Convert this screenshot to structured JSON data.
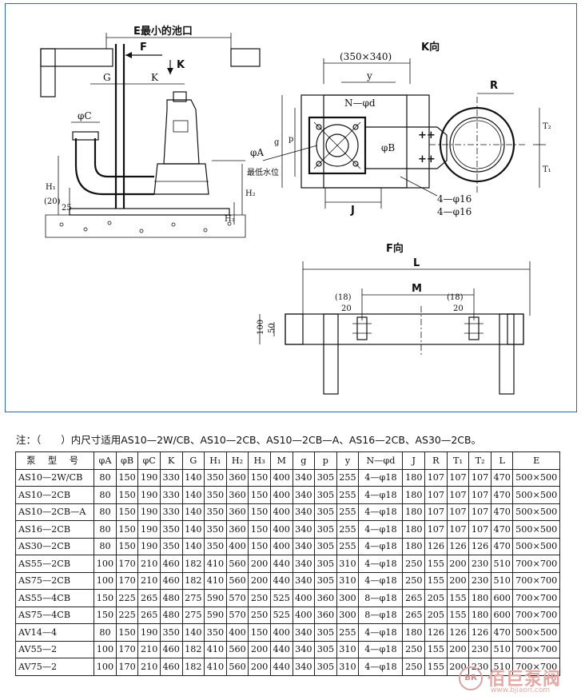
{
  "drawing": {
    "labels": {
      "e_pool": "E最小的池口",
      "f": "F",
      "k_arrow": "K",
      "g": "G",
      "k": "K",
      "phi_c": "φC",
      "phi_a": "φA",
      "h1": "H₁",
      "h1_paren": "(20)",
      "dim25": "25",
      "h2": "H₂",
      "h3": "H₃",
      "min_water": "最低水位",
      "k_view": "K向",
      "box_350": "(350×340)",
      "y": "y",
      "r": "R",
      "n_phi_d": "N—φd",
      "phi_b": "φB",
      "g_small": "g",
      "p": "p",
      "j": "J",
      "t1": "T₁",
      "t2": "T₂",
      "hole16_a": "4—φ16",
      "hole16_b": "4—φ16",
      "f_view": "F向",
      "l": "L",
      "m": "M",
      "p18_left": "(18)",
      "d20_left": "20",
      "p18_right": "(18)",
      "d20_right": "20",
      "d100": "100",
      "d50": "50"
    }
  },
  "note": "注：（　　）内尺寸适用AS10—2W/CB、AS10—2CB、AS10—2CB—A、AS16—2CB、AS30—2CB。",
  "table": {
    "headers": [
      "泵 型 号",
      "φA",
      "φB",
      "φC",
      "K",
      "G",
      "H₁",
      "H₂",
      "H₃",
      "M",
      "g",
      "p",
      "y",
      "N—φd",
      "J",
      "R",
      "T₁",
      "T₂",
      "L",
      "E"
    ],
    "rows": [
      [
        "AS10—2W/CB",
        "80",
        "150",
        "190",
        "330",
        "140",
        "350",
        "360",
        "150",
        "400",
        "340",
        "305",
        "255",
        "4—φ18",
        "180",
        "107",
        "107",
        "107",
        "470",
        "500×500"
      ],
      [
        "AS10—2CB",
        "80",
        "150",
        "190",
        "330",
        "140",
        "350",
        "360",
        "150",
        "400",
        "340",
        "305",
        "255",
        "4—φ18",
        "180",
        "107",
        "107",
        "107",
        "470",
        "500×500"
      ],
      [
        "AS10—2CB—A",
        "80",
        "150",
        "190",
        "330",
        "140",
        "350",
        "360",
        "150",
        "400",
        "340",
        "305",
        "255",
        "4—φ18",
        "180",
        "107",
        "107",
        "107",
        "470",
        "500×500"
      ],
      [
        "AS16—2CB",
        "80",
        "150",
        "190",
        "350",
        "140",
        "350",
        "360",
        "150",
        "400",
        "340",
        "305",
        "255",
        "4—φ18",
        "180",
        "107",
        "107",
        "107",
        "470",
        "500×500"
      ],
      [
        "AS30—2CB",
        "80",
        "150",
        "190",
        "350",
        "140",
        "350",
        "400",
        "150",
        "400",
        "340",
        "305",
        "255",
        "4—φ18",
        "180",
        "126",
        "126",
        "126",
        "470",
        "500×500"
      ],
      [
        "AS55—2CB",
        "100",
        "170",
        "210",
        "460",
        "182",
        "410",
        "560",
        "200",
        "440",
        "340",
        "305",
        "310",
        "4—φ18",
        "250",
        "155",
        "200",
        "230",
        "510",
        "700×700"
      ],
      [
        "AS75—2CB",
        "100",
        "170",
        "210",
        "460",
        "182",
        "410",
        "560",
        "200",
        "440",
        "340",
        "305",
        "310",
        "4—φ18",
        "250",
        "155",
        "200",
        "230",
        "510",
        "700×700"
      ],
      [
        "AS55—4CB",
        "150",
        "225",
        "265",
        "480",
        "275",
        "590",
        "570",
        "250",
        "525",
        "400",
        "360",
        "300",
        "8—φ18",
        "265",
        "205",
        "155",
        "180",
        "600",
        "700×700"
      ],
      [
        "AS75—4CB",
        "150",
        "225",
        "265",
        "480",
        "275",
        "590",
        "570",
        "250",
        "525",
        "400",
        "360",
        "300",
        "8—φ18",
        "265",
        "205",
        "155",
        "180",
        "600",
        "700×700"
      ],
      [
        "AV14—4",
        "80",
        "150",
        "190",
        "350",
        "140",
        "350",
        "400",
        "150",
        "400",
        "340",
        "305",
        "255",
        "4—φ18",
        "180",
        "126",
        "126",
        "126",
        "470",
        "500×500"
      ],
      [
        "AV55—2",
        "100",
        "170",
        "210",
        "460",
        "182",
        "410",
        "560",
        "200",
        "440",
        "340",
        "305",
        "310",
        "4—φ18",
        "250",
        "155",
        "200",
        "230",
        "510",
        "700×700"
      ],
      [
        "AV75—2",
        "100",
        "170",
        "210",
        "460",
        "182",
        "410",
        "560",
        "200",
        "440",
        "340",
        "305",
        "310",
        "4—φ18",
        "250",
        "155",
        "200",
        "230",
        "510",
        "700×700"
      ]
    ]
  },
  "watermark": {
    "badge": "BR",
    "text": "佰巨泵阀",
    "url": "www.bjiaori.com"
  }
}
